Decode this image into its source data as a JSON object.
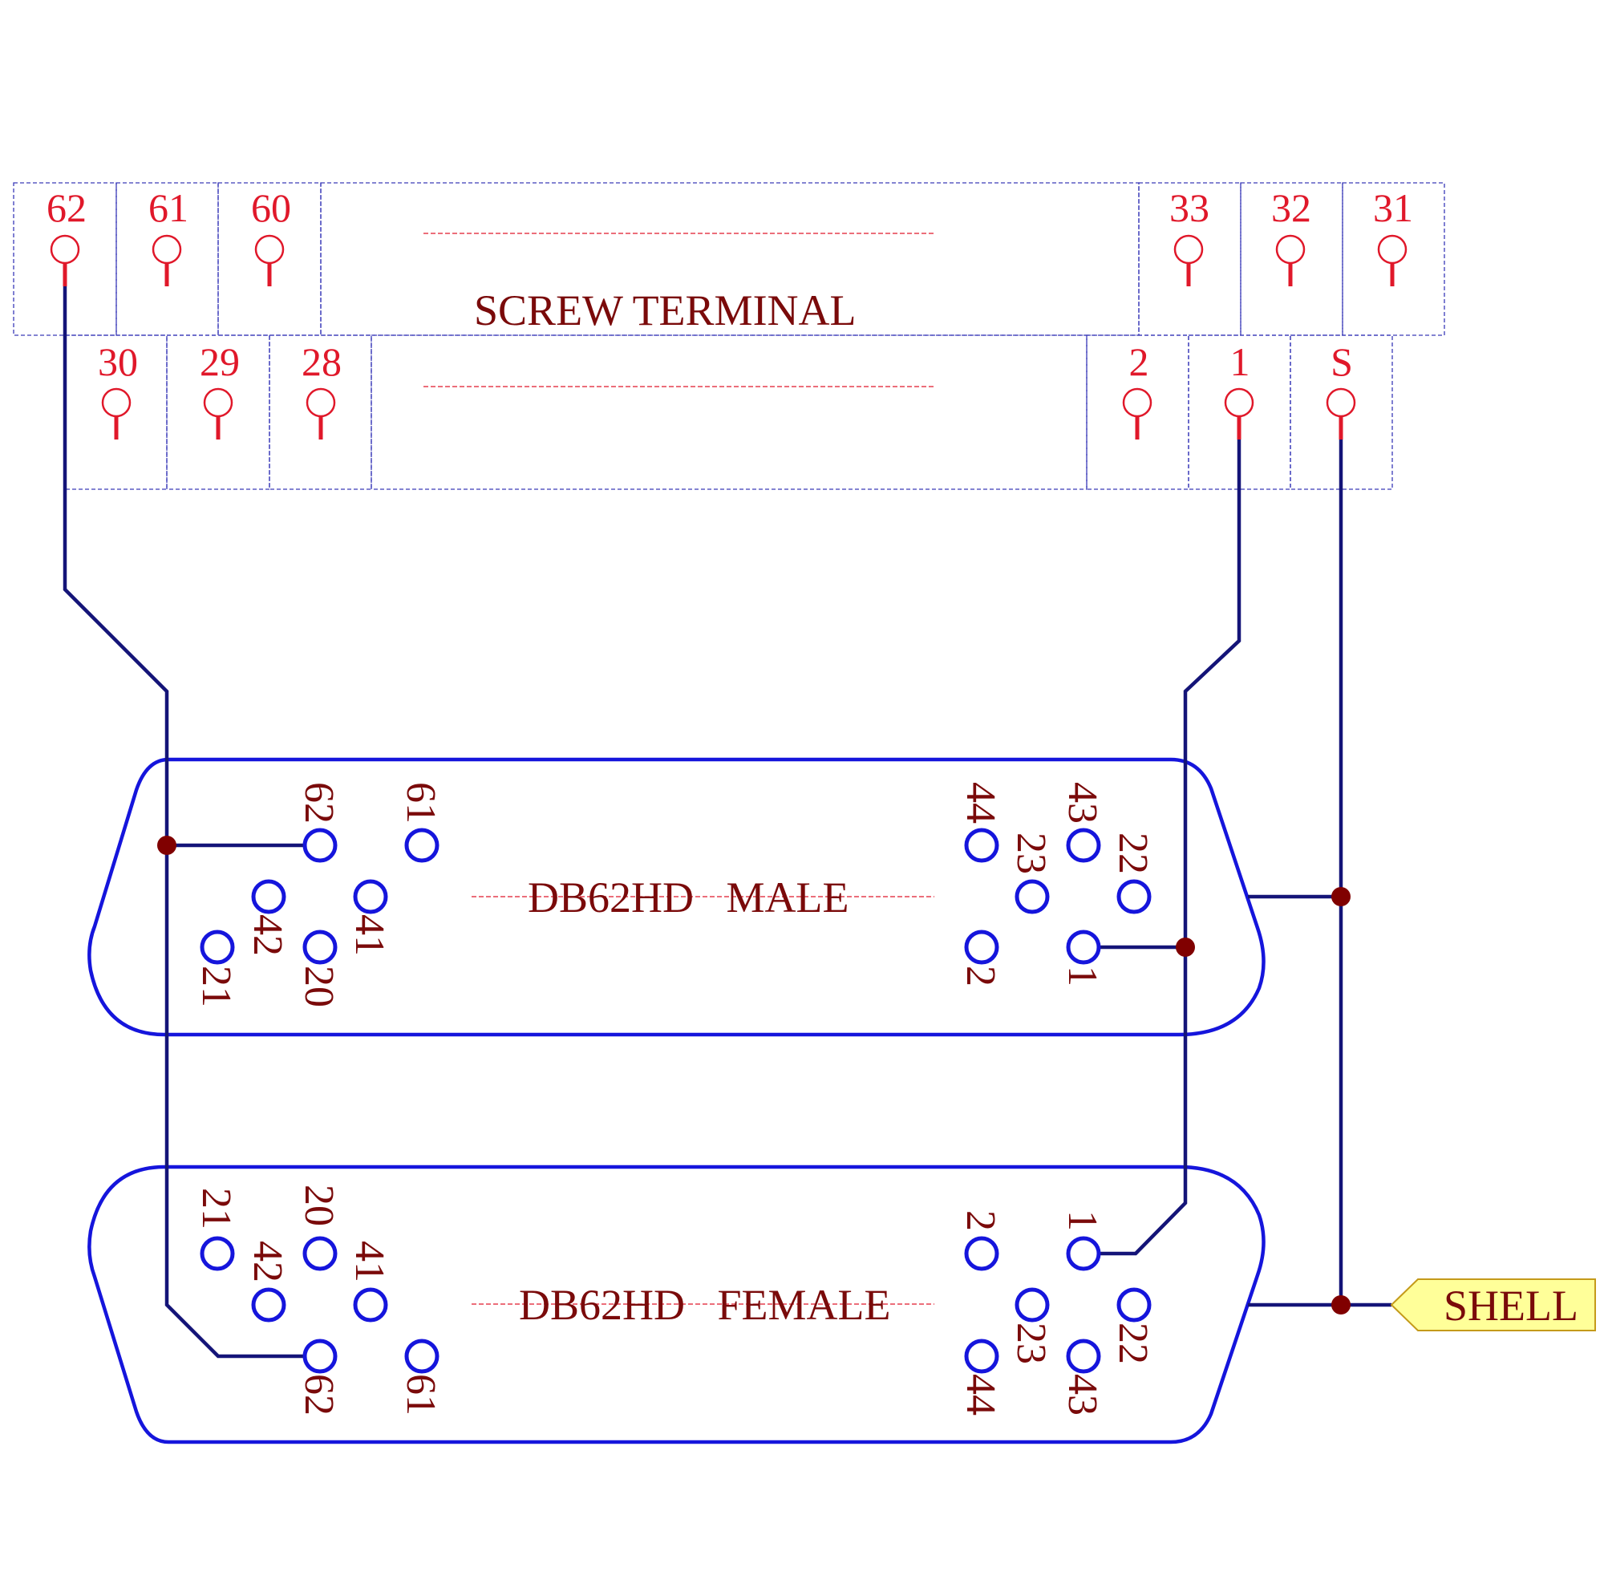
{
  "screw_terminal": {
    "title": "SCREW TERMINAL",
    "top_row": [
      "62",
      "61",
      "60",
      "33",
      "32",
      "31"
    ],
    "bottom_row": [
      "30",
      "29",
      "28",
      "2",
      "1",
      "S"
    ]
  },
  "male_connector": {
    "title": "DB62HD   MALE",
    "pins": [
      "62",
      "61",
      "42",
      "41",
      "21",
      "20",
      "44",
      "43",
      "23",
      "22",
      "2",
      "1"
    ]
  },
  "female_connector": {
    "title": "DB62HD   FEMALE",
    "pins": [
      "21",
      "20",
      "41",
      "42",
      "62",
      "61",
      "2",
      "1",
      "23",
      "22",
      "44",
      "43"
    ]
  },
  "shell_label": "SHELL",
  "colors": {
    "terminal": "#e0182a",
    "connector_outline": "#1515dc",
    "wire": "#141478",
    "junction": "#800000",
    "text": "#7a0a0a",
    "shell_fill": "#ffff99"
  }
}
